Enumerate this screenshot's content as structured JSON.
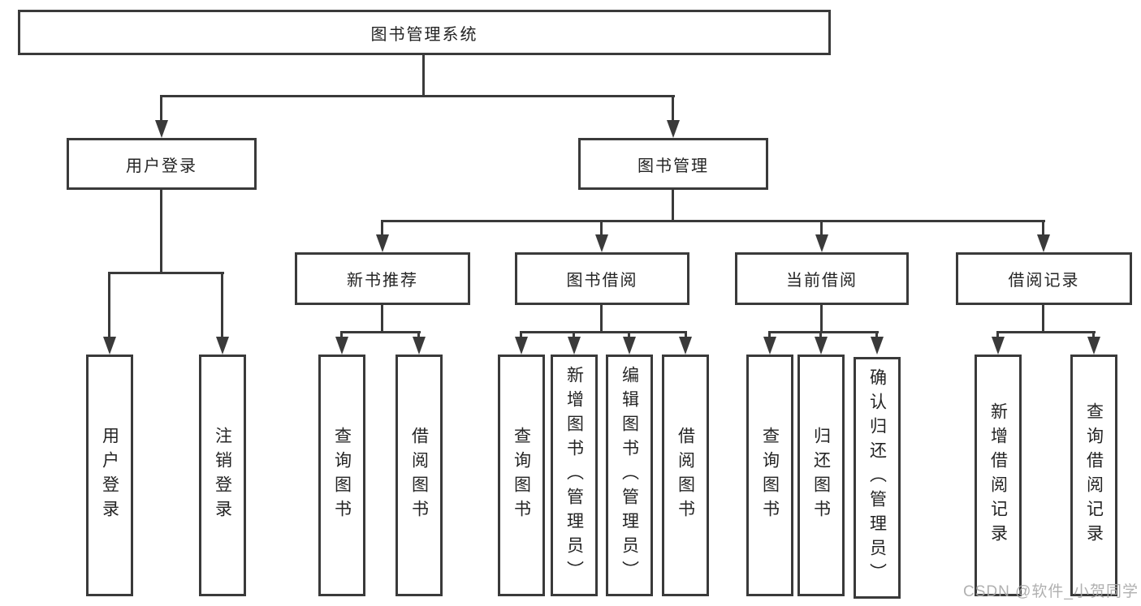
{
  "colors": {
    "line": "#3a3a3a",
    "text": "#242424",
    "bg": "#ffffff",
    "watermark": "#a8a8a8"
  },
  "tree": {
    "label": "图书管理系统",
    "children": [
      {
        "label": "用户登录",
        "children": [
          {
            "label": "用户登录"
          },
          {
            "label": "注销登录"
          }
        ]
      },
      {
        "label": "图书管理",
        "children": [
          {
            "label": "新书推荐",
            "children": [
              {
                "label": "查询图书"
              },
              {
                "label": "借阅图书"
              }
            ]
          },
          {
            "label": "图书借阅",
            "children": [
              {
                "label": "查询图书"
              },
              {
                "label": "新增图书（管理员）"
              },
              {
                "label": "编辑图书（管理员）"
              },
              {
                "label": "借阅图书"
              }
            ]
          },
          {
            "label": "当前借阅",
            "children": [
              {
                "label": "查询图书"
              },
              {
                "label": "归还图书"
              },
              {
                "label": "确认归还（管理员）"
              }
            ]
          },
          {
            "label": "借阅记录",
            "children": [
              {
                "label": "新增借阅记录"
              },
              {
                "label": "查询借阅记录"
              }
            ]
          }
        ]
      }
    ]
  },
  "watermark": {
    "text": "CSDN @软件_小贺同学"
  }
}
